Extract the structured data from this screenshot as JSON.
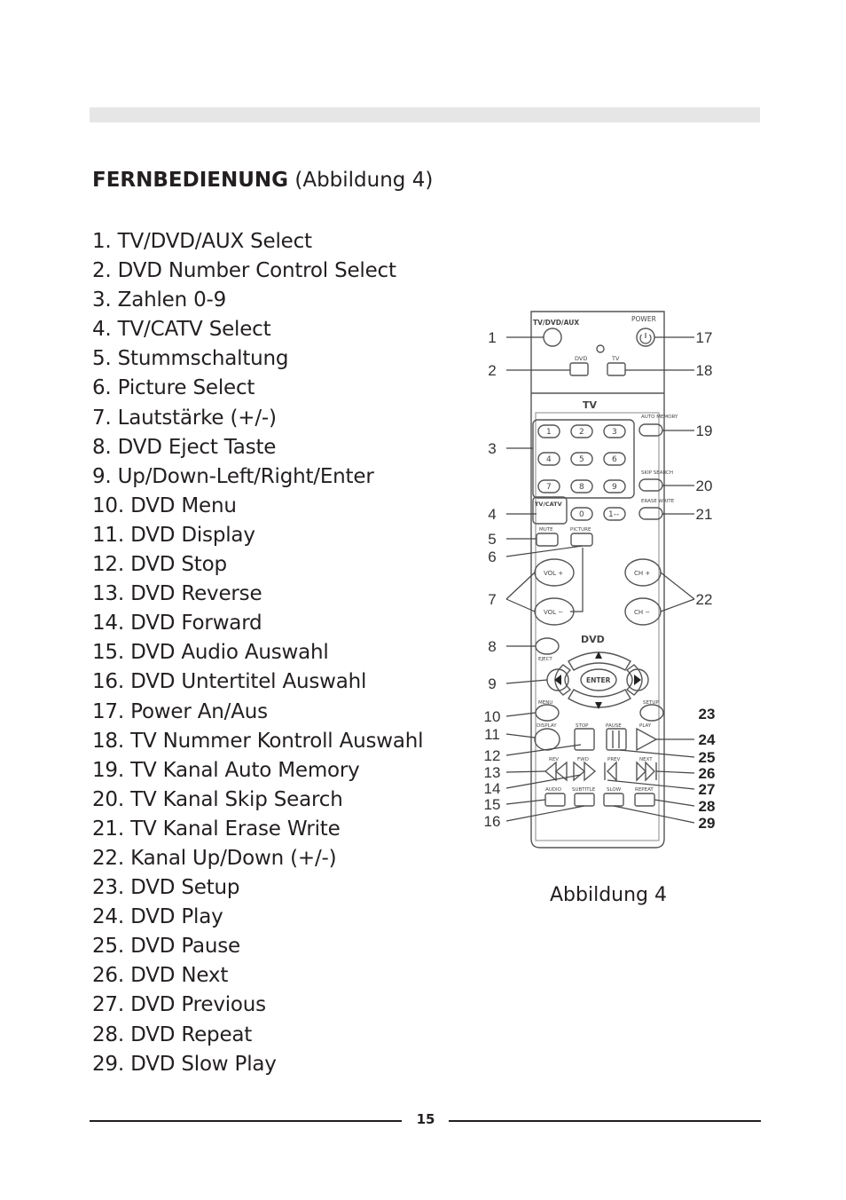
{
  "heading": {
    "bold": "FERNBEDIENUNG",
    "rest": " (Abbildung 4)"
  },
  "items": [
    "1. TV/DVD/AUX Select",
    "2. DVD Number Control Select",
    "3. Zahlen 0-9",
    "4. TV/CATV Select",
    "5. Stummschaltung",
    "6. Picture Select",
    "7. Lautstärke (+/-)",
    "8. DVD Eject Taste",
    "9. Up/Down-Left/Right/Enter",
    "10. DVD Menu",
    "11. DVD Display",
    "12. DVD Stop",
    "13. DVD Reverse",
    "14. DVD Forward",
    "15. DVD Audio Auswahl",
    "16. DVD Untertitel Auswahl",
    "17. Power An/Aus",
    "18. TV Nummer Kontroll Auswahl",
    "19. TV Kanal Auto Memory",
    "20. TV Kanal Skip Search",
    "21. TV Kanal Erase Write",
    "22. Kanal Up/Down (+/-)",
    "23. DVD Setup",
    "24. DVD Play",
    "25. DVD Pause",
    "26. DVD Next",
    "27. DVD Previous",
    "28. DVD Repeat",
    "29. DVD Slow Play"
  ],
  "figure": {
    "caption": "Abbildung 4",
    "remote_labels": {
      "tv_dvd_aux": "TV/DVD/AUX",
      "power": "POWER",
      "dvd": "DVD",
      "tv": "TV",
      "tv_section": "TV",
      "auto_memory": "AUTO MEMORY",
      "skip_search": "SKIP SEARCH",
      "erase_write": "ERASE WRITE",
      "tv_catv": "TV/CATV",
      "digits": [
        "1",
        "2",
        "3",
        "4",
        "5",
        "6",
        "7",
        "8",
        "9",
        "0",
        "1--"
      ],
      "mute": "MUTE",
      "picture": "PICTURE",
      "vol_plus": "VOL +",
      "vol_minus": "VOL −",
      "ch_plus": "CH +",
      "ch_minus": "CH −",
      "dvd_section": "DVD",
      "eject": "EJECT",
      "enter": "ENTER",
      "menu": "MENU",
      "setup": "SETUP",
      "display": "DISPLAY",
      "stop": "STOP",
      "pause": "PAUSE",
      "play": "PLAY",
      "rev": "REV",
      "fwd": "FWD",
      "prev": "PREV",
      "next": "NEXT",
      "audio": "AUDIO",
      "subtitle": "SUBTITLE",
      "slow": "SLOW",
      "repeat": "REPEAT"
    },
    "callouts_left": [
      "1",
      "2",
      "3",
      "4",
      "5",
      "6",
      "7",
      "8",
      "9",
      "10",
      "11",
      "12",
      "13",
      "14",
      "15",
      "16"
    ],
    "callouts_right": [
      "17",
      "18",
      "19",
      "20",
      "21",
      "22",
      "23",
      "24",
      "25",
      "26",
      "27",
      "28",
      "29"
    ]
  },
  "page_number": "15"
}
